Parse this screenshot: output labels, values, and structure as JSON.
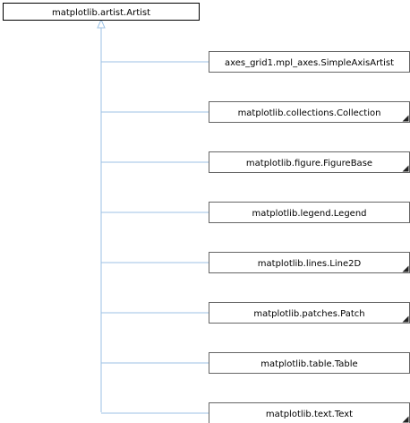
{
  "diagram": {
    "type": "inheritance",
    "root": {
      "label": "matplotlib.artist.Artist"
    },
    "children": [
      {
        "label": "axes_grid1.mpl_axes.SimpleAxisArtist",
        "has_more": false
      },
      {
        "label": "matplotlib.collections.Collection",
        "has_more": true
      },
      {
        "label": "matplotlib.figure.FigureBase",
        "has_more": true
      },
      {
        "label": "matplotlib.legend.Legend",
        "has_more": false
      },
      {
        "label": "matplotlib.lines.Line2D",
        "has_more": true
      },
      {
        "label": "matplotlib.patches.Patch",
        "has_more": true
      },
      {
        "label": "matplotlib.table.Table",
        "has_more": false
      },
      {
        "label": "matplotlib.text.Text",
        "has_more": true
      }
    ]
  },
  "colors": {
    "root_stroke": "#000000",
    "node_stroke": "#666666",
    "node_fill": "#ffffff",
    "edge": "#9cc2e5",
    "corner_marker": "#222222"
  }
}
